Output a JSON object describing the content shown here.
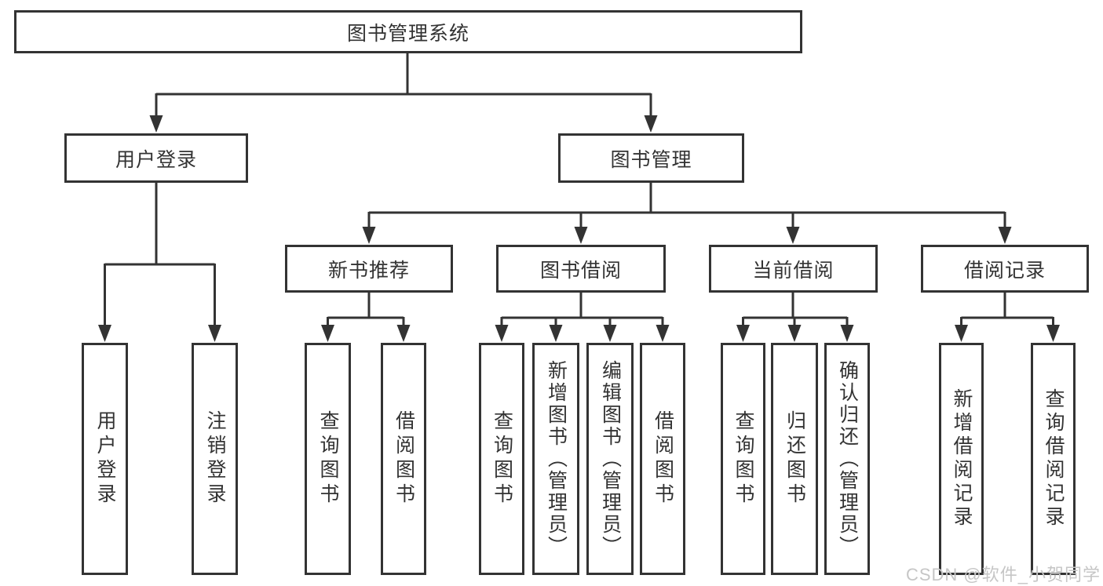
{
  "colors": {
    "line": "#333333",
    "text": "#333333",
    "background": "#ffffff",
    "watermark": "#c6c6c6"
  },
  "tree": {
    "root": "图书管理系统",
    "l2": [
      {
        "label": "用户登录",
        "leaves": [
          "用户登录",
          "注销登录"
        ]
      },
      {
        "label": "图书管理",
        "children": [
          {
            "label": "新书推荐",
            "leaves": [
              "查询图书",
              "借阅图书"
            ]
          },
          {
            "label": "图书借阅",
            "leaves": [
              "查询图书",
              "新增图书（管理员）",
              "编辑图书（管理员）",
              "借阅图书"
            ]
          },
          {
            "label": "当前借阅",
            "leaves": [
              "查询图书",
              "归还图书",
              "确认归还（管理员）"
            ]
          },
          {
            "label": "借阅记录",
            "leaves": [
              "新增借阅记录",
              "查询借阅记录"
            ]
          }
        ]
      }
    ]
  },
  "watermark": {
    "text": "CSDN @软件_小贺同学"
  }
}
